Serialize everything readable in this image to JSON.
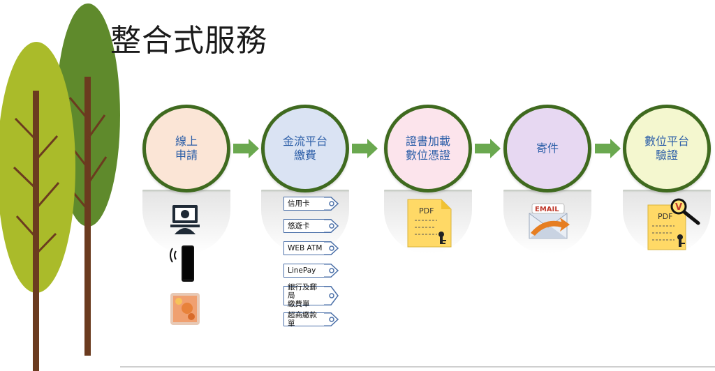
{
  "title": "整合式服務",
  "steps": [
    {
      "label": "線上\n申請",
      "fill": "#fbe5d6"
    },
    {
      "label": "金流平台\n繳費",
      "fill": "#dae3f3"
    },
    {
      "label": "證書加載\n數位憑證",
      "fill": "#fce4ec"
    },
    {
      "label": "寄件",
      "fill": "#e7d8f2"
    },
    {
      "label": "數位平台\n驗證",
      "fill": "#f4f7cf"
    }
  ],
  "payment_methods": [
    "信用卡",
    "悠遊卡",
    "WEB ATM",
    "LinePay",
    "銀行及郵局\n繳費單",
    "超商繳款單"
  ],
  "icons": {
    "apply": [
      "computer-user-icon",
      "smartphone-icon",
      "tablet-icon"
    ],
    "certificate": "pdf-key-document-icon",
    "mail": "email-envelope-icon",
    "verify": "pdf-magnifier-icon"
  },
  "document": {
    "pdf_label": "PDF",
    "verify_mark": "V",
    "mail_label": "EMAIL"
  },
  "colors": {
    "circle_border": "#3f6a1f",
    "arrow": "#6aa84f",
    "step_text": "#2d5fa8",
    "doc_yellow": "#ffd966"
  }
}
